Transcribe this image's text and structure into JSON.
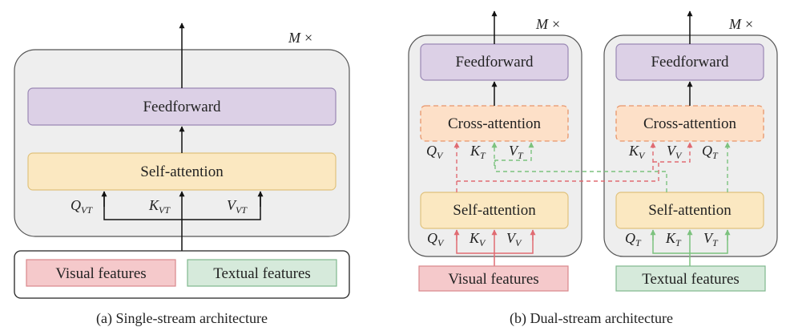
{
  "colors": {
    "panel_fill": "#eeeeee",
    "panel_stroke": "#555555",
    "feedforward_fill": "#dcd0e6",
    "feedforward_stroke": "#9a88b4",
    "selfattn_fill": "#fbe8c1",
    "selfattn_stroke": "#e0c27d",
    "crossattn_fill": "#fde0c8",
    "crossattn_stroke": "#e8956a",
    "visual_fill": "#f5c9cb",
    "visual_stroke": "#d9878b",
    "textual_fill": "#d6eadb",
    "textual_stroke": "#7fb88e",
    "visual_line": "#e06b72",
    "textual_line": "#7cc27e",
    "arrow": "#111111"
  },
  "single": {
    "repeat": {
      "m": "M",
      "times": "×"
    },
    "feedforward": "Feedforward",
    "self_attention": "Self-attention",
    "inputs": [
      {
        "base": "Q",
        "sub": "VT"
      },
      {
        "base": "K",
        "sub": "VT"
      },
      {
        "base": "V",
        "sub": "VT"
      }
    ],
    "visual_features": "Visual features",
    "textual_features": "Textual features",
    "caption": "(a) Single-stream architecture"
  },
  "dual": {
    "visual_stream": {
      "repeat": {
        "m": "M",
        "times": "×"
      },
      "feedforward": "Feedforward",
      "cross_attention": "Cross-attention",
      "self_attention": "Self-attention",
      "cross_inputs": [
        {
          "base": "Q",
          "sub": "V"
        },
        {
          "base": "K",
          "sub": "T"
        },
        {
          "base": "V",
          "sub": "T"
        }
      ],
      "self_inputs": [
        {
          "base": "Q",
          "sub": "V"
        },
        {
          "base": "K",
          "sub": "V"
        },
        {
          "base": "V",
          "sub": "V"
        }
      ],
      "features": "Visual features"
    },
    "textual_stream": {
      "repeat": {
        "m": "M",
        "times": "×"
      },
      "feedforward": "Feedforward",
      "cross_attention": "Cross-attention",
      "self_attention": "Self-attention",
      "cross_inputs": [
        {
          "base": "K",
          "sub": "V"
        },
        {
          "base": "V",
          "sub": "V"
        },
        {
          "base": "Q",
          "sub": "T"
        }
      ],
      "self_inputs": [
        {
          "base": "Q",
          "sub": "T"
        },
        {
          "base": "K",
          "sub": "T"
        },
        {
          "base": "V",
          "sub": "T"
        }
      ],
      "features": "Textual features"
    },
    "caption": "(b) Dual-stream architecture"
  }
}
